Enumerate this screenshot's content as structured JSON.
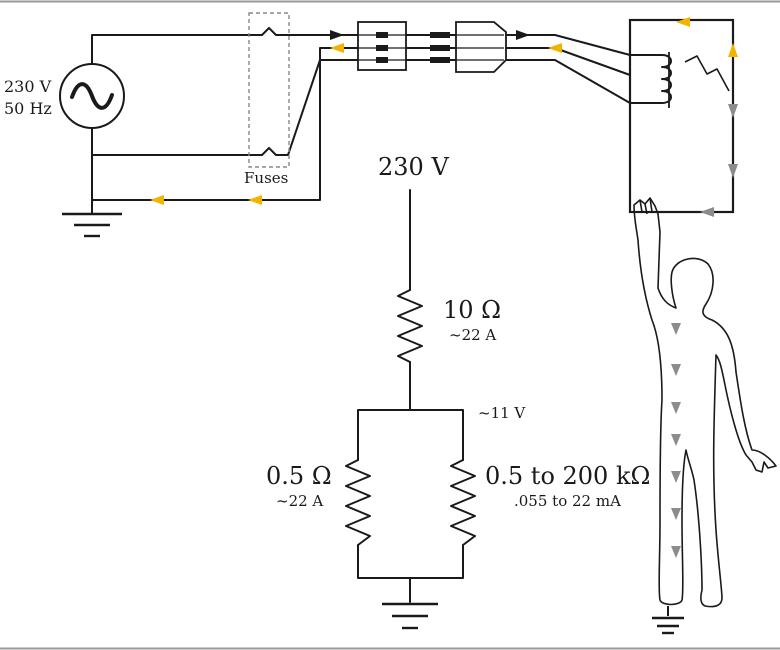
{
  "source": {
    "voltage": "230 V",
    "frequency": "50 Hz"
  },
  "fuses_label": "Fuses",
  "model": {
    "supply": "230 V",
    "series_resistor": {
      "value": "10 Ω",
      "current": "~22 A"
    },
    "node_voltage": "~11 V",
    "left_branch": {
      "value": "0.5 Ω",
      "current": "~22 A"
    },
    "right_branch": {
      "value": "0.5 to 200 kΩ",
      "current": ".055 to 22 mA"
    }
  },
  "colors": {
    "wire": "#1a1a1a",
    "current_arrow": "#f2b400",
    "body_arrow": "#8c8c8c",
    "frame": "#999999"
  }
}
